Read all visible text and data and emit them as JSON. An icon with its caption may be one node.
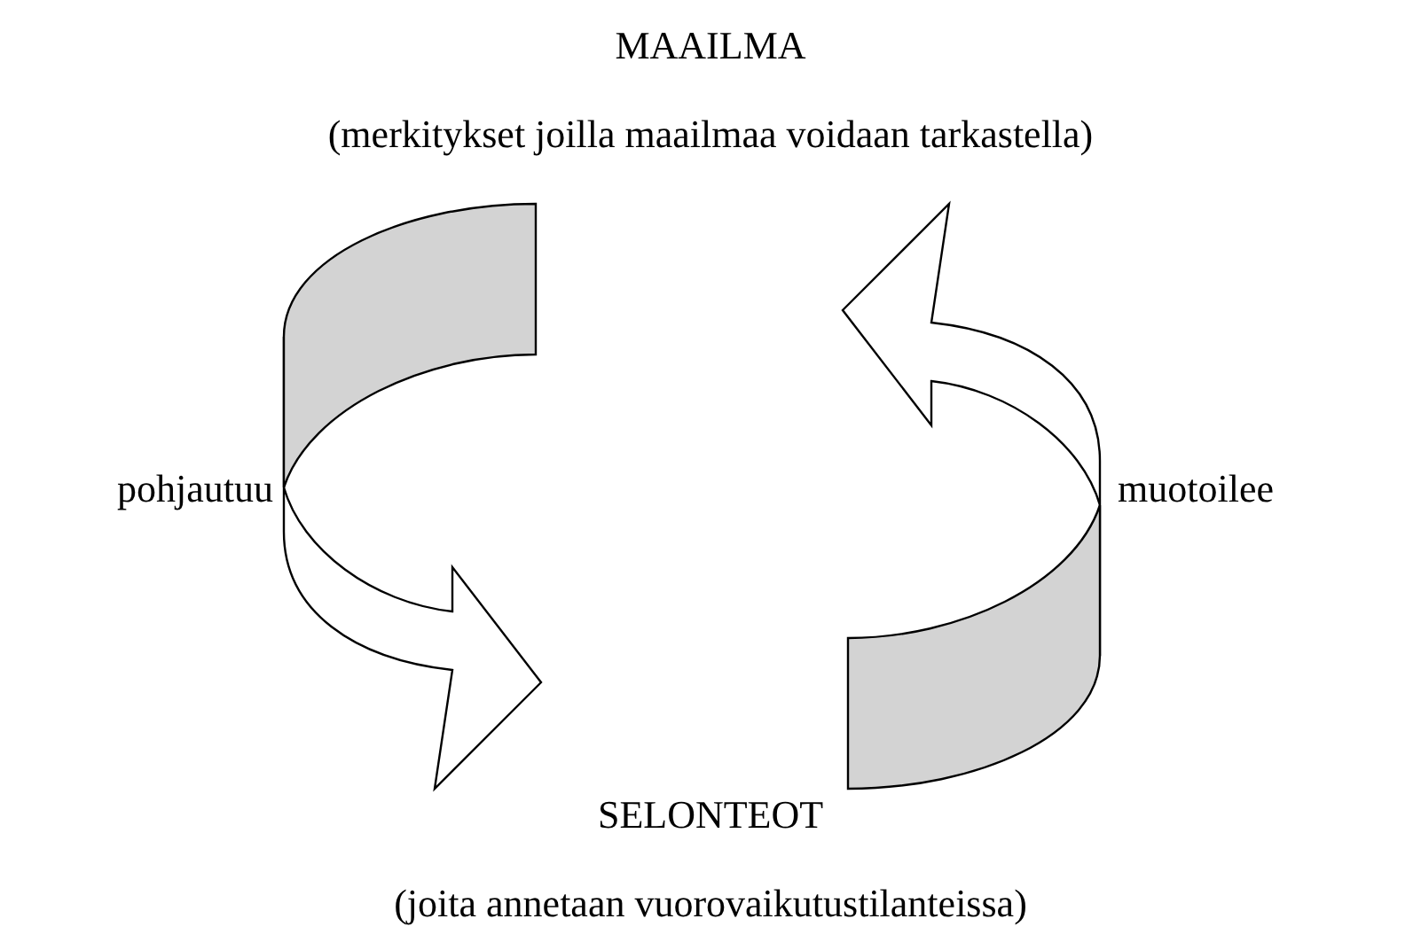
{
  "diagram": {
    "nodes": [
      {
        "text": [
          "MAAILMA",
          "(merkitykset joilla maailmaa voidaan tarkastella)"
        ]
      },
      {
        "text": [
          "SELONTEOT",
          "(joita annetaan vuorovaikutustilanteissa)"
        ]
      }
    ],
    "edges": [
      {
        "from": 0,
        "to": 1,
        "arrow": "to",
        "label": "pohjautuu"
      },
      {
        "from": 1,
        "to": 0,
        "arrow": "to",
        "label": "muotoilee"
      }
    ]
  }
}
